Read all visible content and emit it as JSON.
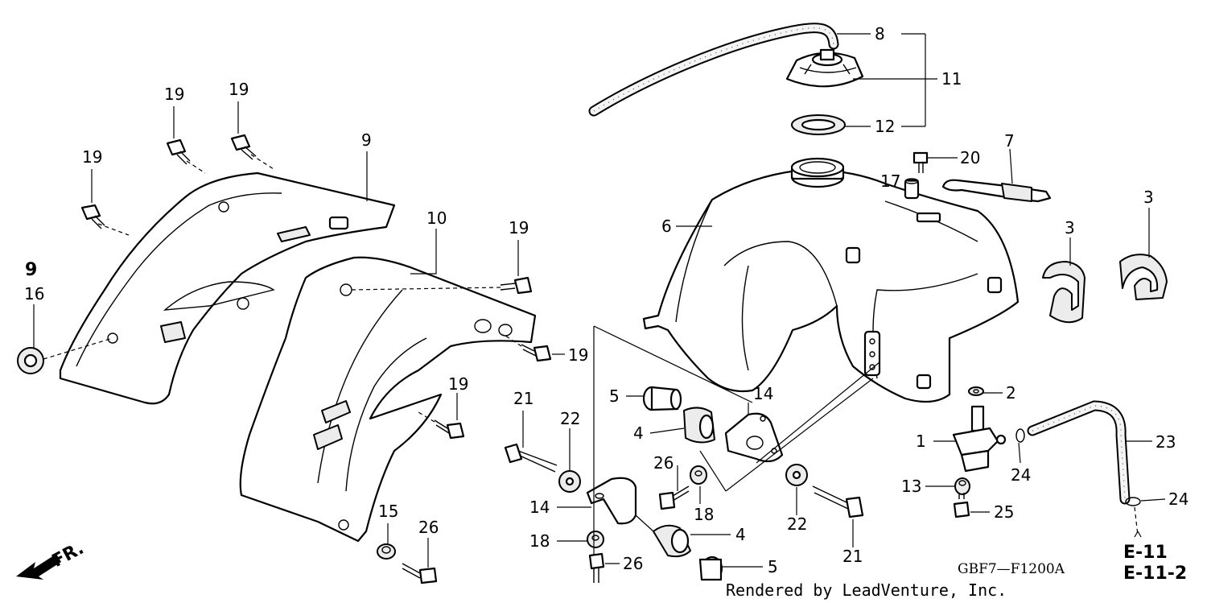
{
  "callouts": [
    {
      "id": "c8",
      "text": "8"
    },
    {
      "id": "c11",
      "text": "11"
    },
    {
      "id": "c12",
      "text": "12"
    },
    {
      "id": "c20",
      "text": "20"
    },
    {
      "id": "c7",
      "text": "7"
    },
    {
      "id": "c17",
      "text": "17"
    },
    {
      "id": "c6",
      "text": "6"
    },
    {
      "id": "c3a",
      "text": "3"
    },
    {
      "id": "c3b",
      "text": "3"
    },
    {
      "id": "c19a",
      "text": "19"
    },
    {
      "id": "c19b",
      "text": "19"
    },
    {
      "id": "c19c",
      "text": "19"
    },
    {
      "id": "c9a",
      "text": "9"
    },
    {
      "id": "c9b",
      "text": "9"
    },
    {
      "id": "c16",
      "text": "16"
    },
    {
      "id": "c10",
      "text": "10"
    },
    {
      "id": "c19d",
      "text": "19"
    },
    {
      "id": "c19e",
      "text": "19"
    },
    {
      "id": "c19f",
      "text": "19"
    },
    {
      "id": "c21a",
      "text": "21"
    },
    {
      "id": "c22a",
      "text": "22"
    },
    {
      "id": "c5a",
      "text": "5"
    },
    {
      "id": "c4a",
      "text": "4"
    },
    {
      "id": "c14a",
      "text": "14"
    },
    {
      "id": "c26a",
      "text": "26"
    },
    {
      "id": "c18a",
      "text": "18"
    },
    {
      "id": "c14b",
      "text": "14"
    },
    {
      "id": "c18b",
      "text": "18"
    },
    {
      "id": "c26b",
      "text": "26"
    },
    {
      "id": "c4b",
      "text": "4"
    },
    {
      "id": "c5b",
      "text": "5"
    },
    {
      "id": "c22b",
      "text": "22"
    },
    {
      "id": "c21b",
      "text": "21"
    },
    {
      "id": "c15",
      "text": "15"
    },
    {
      "id": "c26c",
      "text": "26"
    },
    {
      "id": "c2",
      "text": "2"
    },
    {
      "id": "c1",
      "text": "1"
    },
    {
      "id": "c13",
      "text": "13"
    },
    {
      "id": "c25",
      "text": "25"
    },
    {
      "id": "c24a",
      "text": "24"
    },
    {
      "id": "c23",
      "text": "23"
    },
    {
      "id": "c24b",
      "text": "24"
    }
  ],
  "refs": {
    "e11": "E-11",
    "e11_2": "E-11-2"
  },
  "front_label": "FR.",
  "diagram_code": "GBF7—F1200A",
  "credit": "Rendered by LeadVenture, Inc."
}
